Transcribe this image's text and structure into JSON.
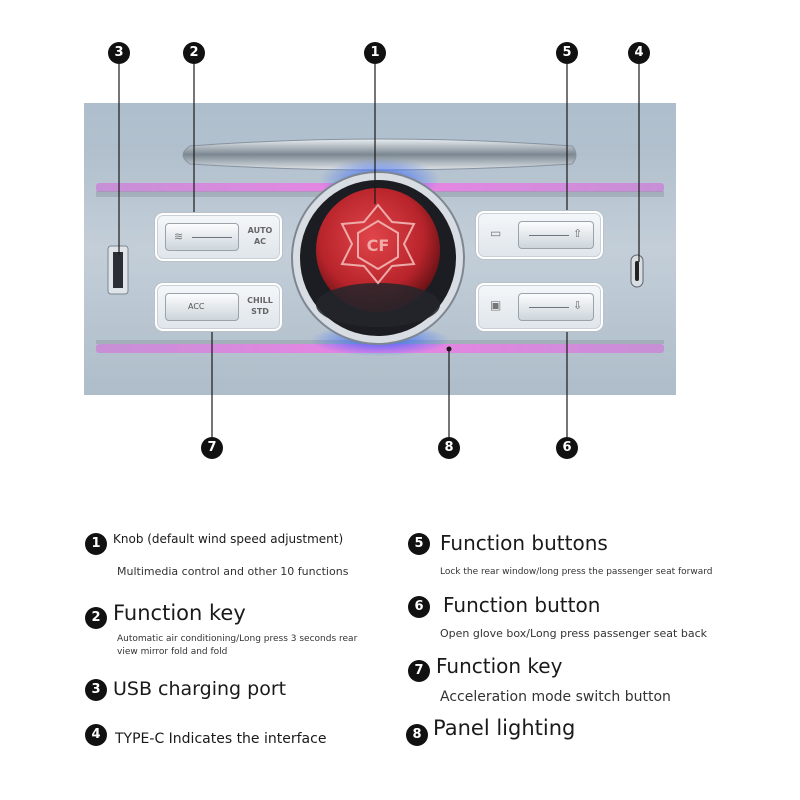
{
  "panel": {
    "buttons": {
      "auto_ac": {
        "line1": "AUTO",
        "line2": "AC"
      },
      "acc": {
        "key_label": "ACC"
      },
      "chill_std": {
        "line1": "CHILL",
        "line2": "STD"
      }
    },
    "knob_logo": "CF"
  },
  "callouts": [
    "1",
    "2",
    "3",
    "4",
    "5",
    "6",
    "7",
    "8"
  ],
  "legend": {
    "items": [
      {
        "num": "1",
        "title": "Knob (default wind speed adjustment)",
        "desc": "Multimedia control and other 10 functions"
      },
      {
        "num": "2",
        "title": "Function key",
        "desc": "Automatic air conditioning/Long press 3 seconds rear view mirror fold and fold"
      },
      {
        "num": "3",
        "title": "USB charging port",
        "desc": ""
      },
      {
        "num": "4",
        "title": "TYPE-C Indicates the interface",
        "desc": ""
      },
      {
        "num": "5",
        "title": "Function buttons",
        "desc": "Lock the rear window/long press the passenger seat forward"
      },
      {
        "num": "6",
        "title": "Function button",
        "desc": "Open glove box/Long press passenger seat back"
      },
      {
        "num": "7",
        "title": "Function key",
        "desc": "Acceleration mode switch button"
      },
      {
        "num": "8",
        "title": "Panel lighting",
        "desc": ""
      }
    ]
  },
  "colors": {
    "panel": "#b9c7d3",
    "ambient_light": "#d35fd6",
    "blue_glow": "#2f63ff",
    "knob_red": "#c0242b"
  },
  "icons": [
    "usb-port-icon",
    "type-c-port-icon",
    "fan-icon",
    "window-lock-icon",
    "glove-box-icon",
    "arrow-up-icon",
    "arrow-down-icon",
    "cf-logo-icon"
  ]
}
